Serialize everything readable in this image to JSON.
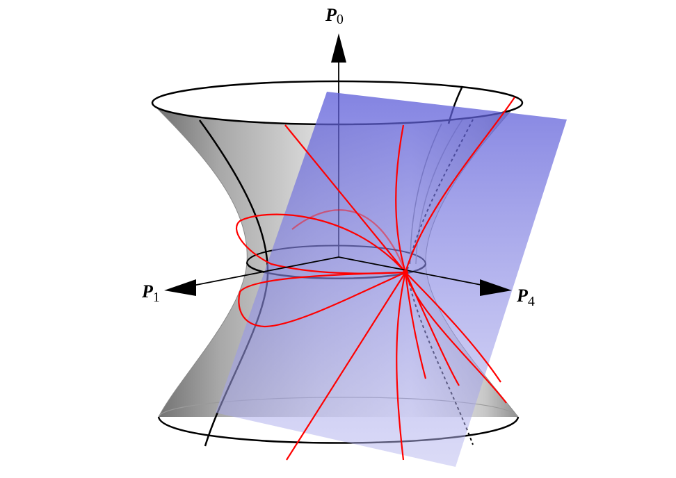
{
  "axes": {
    "p0": {
      "letter": "P",
      "index": "0"
    },
    "p1": {
      "letter": "P",
      "index": "1"
    },
    "p4": {
      "letter": "P",
      "index": "4"
    }
  },
  "colors": {
    "surface_dark": "#7a7a7a",
    "surface_light": "#f4f4f4",
    "plane": "#6a6ae0",
    "geodesic": "#ff0000",
    "outline": "#000000"
  }
}
